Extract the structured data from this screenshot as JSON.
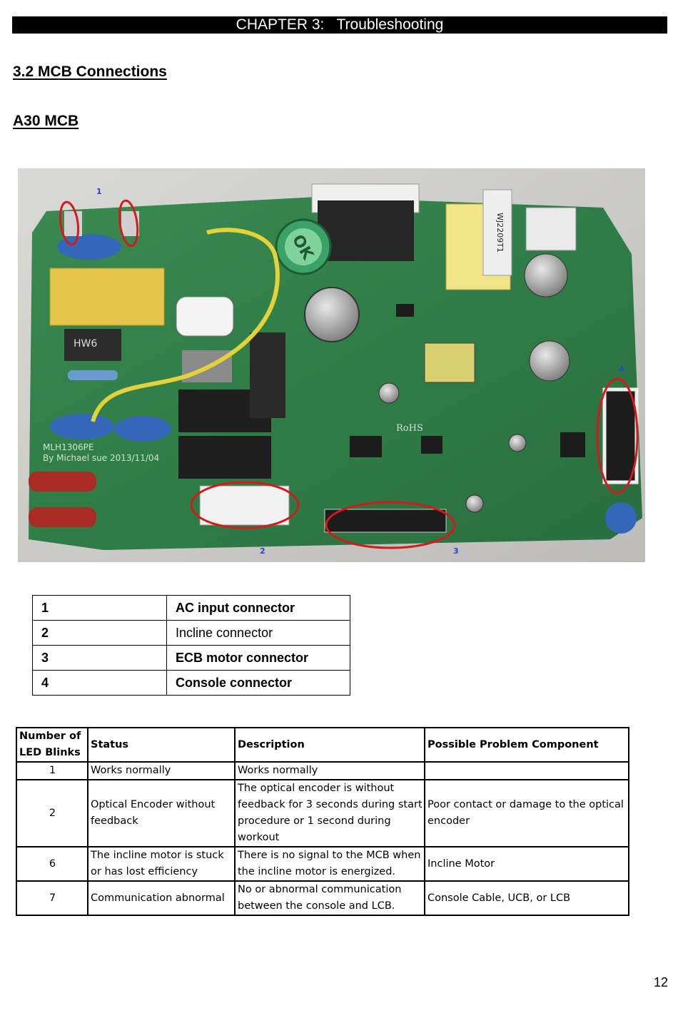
{
  "header": {
    "chapter": "CHAPTER 3:",
    "title": "Troubleshooting"
  },
  "section": {
    "title": "3.2 MCB Connections",
    "subtitle": "A30 MCB"
  },
  "photo": {
    "callouts": [
      "1",
      "2",
      "3",
      "4"
    ],
    "silkscreen": [
      "MLH1306PE",
      "By Michael sue 2013/11/04",
      "RoHS",
      "OK",
      "WJ2209T1",
      "HW6"
    ],
    "colors": {
      "pcb": "#2f7d46",
      "highlight": "#d41a1a",
      "callout": "#2a3fd6"
    }
  },
  "connectors": [
    {
      "num": "1",
      "label": "AC input connector",
      "bold": true
    },
    {
      "num": "2",
      "label": "Incline connector",
      "bold": false
    },
    {
      "num": "3",
      "label": "ECB motor connector",
      "bold": true
    },
    {
      "num": "4",
      "label": "Console connector",
      "bold": true
    }
  ],
  "led_table": {
    "headers": [
      "Number of LED Blinks",
      "Status",
      "Description",
      "Possible Problem Component"
    ],
    "rows": [
      [
        "1",
        "Works normally",
        "Works normally",
        ""
      ],
      [
        "2",
        "Optical Encoder without feedback",
        "The optical encoder is without feedback for 3 seconds during start procedure or 1 second during workout",
        "Poor contact or damage to the optical encoder"
      ],
      [
        "6",
        "The incline motor is stuck or has lost efficiency",
        "There is no signal to the MCB when the incline motor is energized.",
        "Incline Motor"
      ],
      [
        "7",
        "Communication abnormal",
        "No or abnormal communication between the console and LCB.",
        "Console Cable, UCB, or LCB"
      ]
    ]
  },
  "page_number": "12"
}
